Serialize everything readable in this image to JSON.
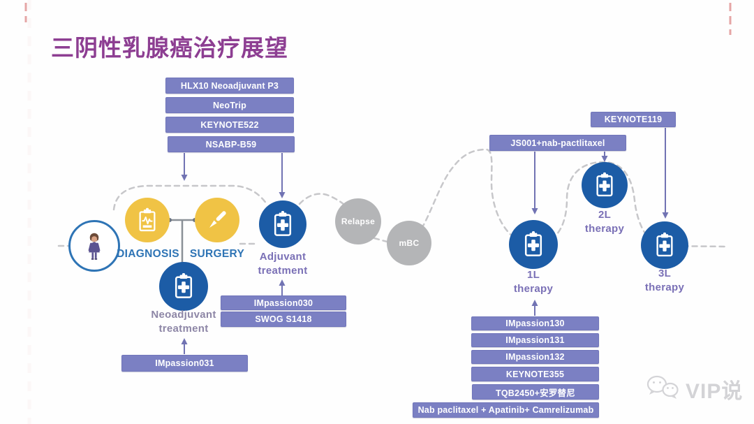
{
  "title": "三阴性乳腺癌治疗展望",
  "stages": {
    "diagnosis": {
      "label": "DIAGNOSIS"
    },
    "surgery": {
      "label": "SURGERY"
    },
    "adjuvant": {
      "line1": "Adjuvant",
      "line2": "treatment"
    },
    "neoadjuvant": {
      "line1": "Neoadjuvant",
      "line2": "treatment"
    },
    "relapse": {
      "label": "Relapse"
    },
    "mbc": {
      "label": "mBC"
    },
    "l1": {
      "line1": "1L",
      "line2": "therapy"
    },
    "l2": {
      "line1": "2L",
      "line2": "therapy"
    },
    "l3": {
      "line1": "3L",
      "line2": "therapy"
    }
  },
  "trials": {
    "neoadjuvant_top": [
      "HLX10 Neoadjuvant P3",
      "NeoTrip",
      "KEYNOTE522",
      "NSABP-B59"
    ],
    "neoadjuvant_bottom": [
      "IMpassion031"
    ],
    "adjuvant": [
      "IMpassion030",
      "SWOG S1418"
    ],
    "first_line": [
      "IMpassion130",
      "IMpassion131",
      "IMpassion132",
      "KEYNOTE355",
      "TQB2450+安罗替尼",
      "Nab paclitaxel + Apatinib+ Camrelizumab"
    ],
    "second_line": [
      "JS001+nab-pactlitaxel"
    ],
    "third_line": [
      "KEYNOTE119"
    ]
  },
  "watermark": {
    "text": "VIP说"
  },
  "colors": {
    "title_purple": "#8d3e92",
    "trial_box_purple": "#7b80c3",
    "circle_blue": "#1c5ca6",
    "circle_yellow": "#f0c345",
    "circle_gray": "#b4b5b7",
    "label_purple": "#7a70b6",
    "label_blue": "#2e74b5",
    "dashed_path_gray": "#c7c7ca"
  }
}
